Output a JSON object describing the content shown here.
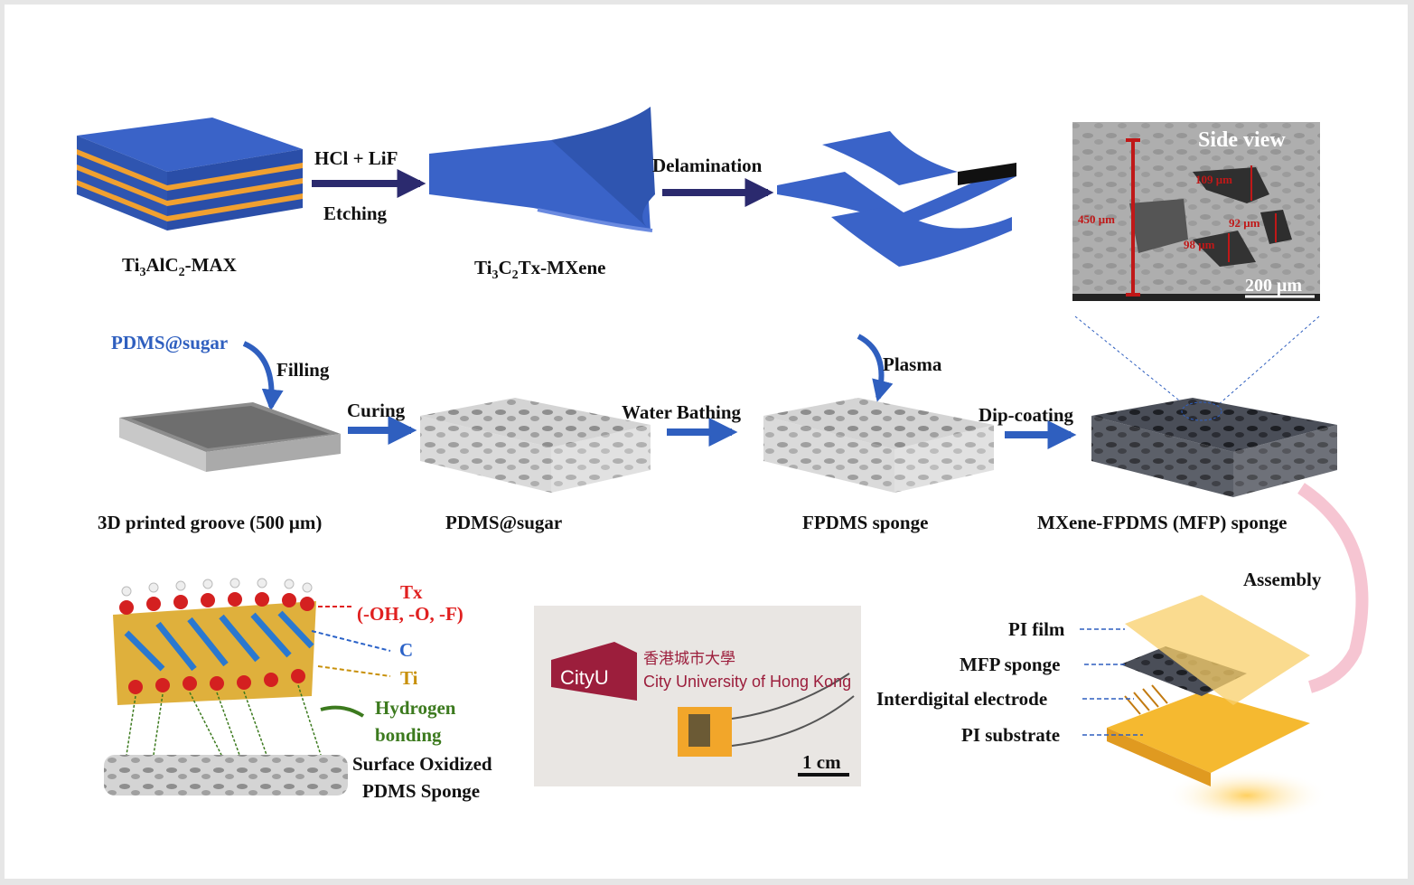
{
  "row1": {
    "max_label": [
      "Ti",
      "3",
      "AlC",
      "2",
      "-MAX"
    ],
    "etch_top": "HCl + LiF",
    "etch_bottom": "Etching",
    "mxene_label": [
      "Ti",
      "3",
      "C",
      "2",
      "Tx-MXene"
    ],
    "delamination": "Delamination"
  },
  "sem": {
    "title": "Side view",
    "thickness": "450 μm",
    "pore1": "109 μm",
    "pore2": "92 μm",
    "pore3": "98 μm",
    "scale": "200 μm"
  },
  "row2": {
    "pdms_sugar_input": "PDMS@sugar",
    "filling": "Filling",
    "curing": "Curing",
    "water_bathing": "Water Bathing",
    "plasma": "Plasma",
    "dip_coating": "Dip-coating",
    "groove_label": "3D  printed groove (500 μm)",
    "pdms_sugar_label": "PDMS@sugar",
    "fpdms_label": "FPDMS sponge",
    "mfp_label": "MXene-FPDMS (MFP) sponge"
  },
  "row3": {
    "tx": "Tx",
    "tx_groups": "(-OH, -O, -F)",
    "c": "C",
    "ti": "Ti",
    "hbond1": "Hydrogen",
    "hbond2": "bonding",
    "surface1": "Surface Oxidized",
    "surface2": "PDMS Sponge",
    "photo_logo": "CityU",
    "photo_chinese": "香港城市大學",
    "photo_university": "City University of Hong Kong",
    "photo_scale": "1 cm",
    "assembly": "Assembly",
    "pi_film": "PI film",
    "mfp_sponge": "MFP sponge",
    "electrode": "Interdigital electrode",
    "pi_substrate": "PI substrate"
  },
  "colors": {
    "mxene_blue": "#2f5fc8",
    "max_orange": "#f0a030",
    "arrow_navy": "#2b2a6e",
    "arrow_blue": "#2f5fbf",
    "scale_red": "#c01818",
    "pi_gold": "#f5b930"
  }
}
